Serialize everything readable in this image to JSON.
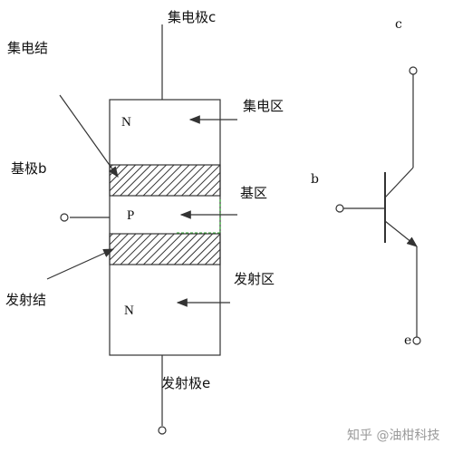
{
  "left_diagram": {
    "collector_terminal": "集电极c",
    "collector_junction": "集电结",
    "collector_region": "集电区",
    "base_terminal": "基极b",
    "base_region": "基区",
    "emitter_junction": "发射结",
    "emitter_region": "发射区",
    "emitter_terminal": "发射极e",
    "top_layer": "N",
    "middle_layer": "P",
    "bottom_layer": "N"
  },
  "symbol": {
    "collector": "c",
    "base": "b",
    "emitter": "e"
  },
  "watermark": {
    "text": "知乎 @油柑科技"
  },
  "colors": {
    "line": "#333333",
    "hatch": "#333333",
    "green_accent": "#33aa33"
  }
}
